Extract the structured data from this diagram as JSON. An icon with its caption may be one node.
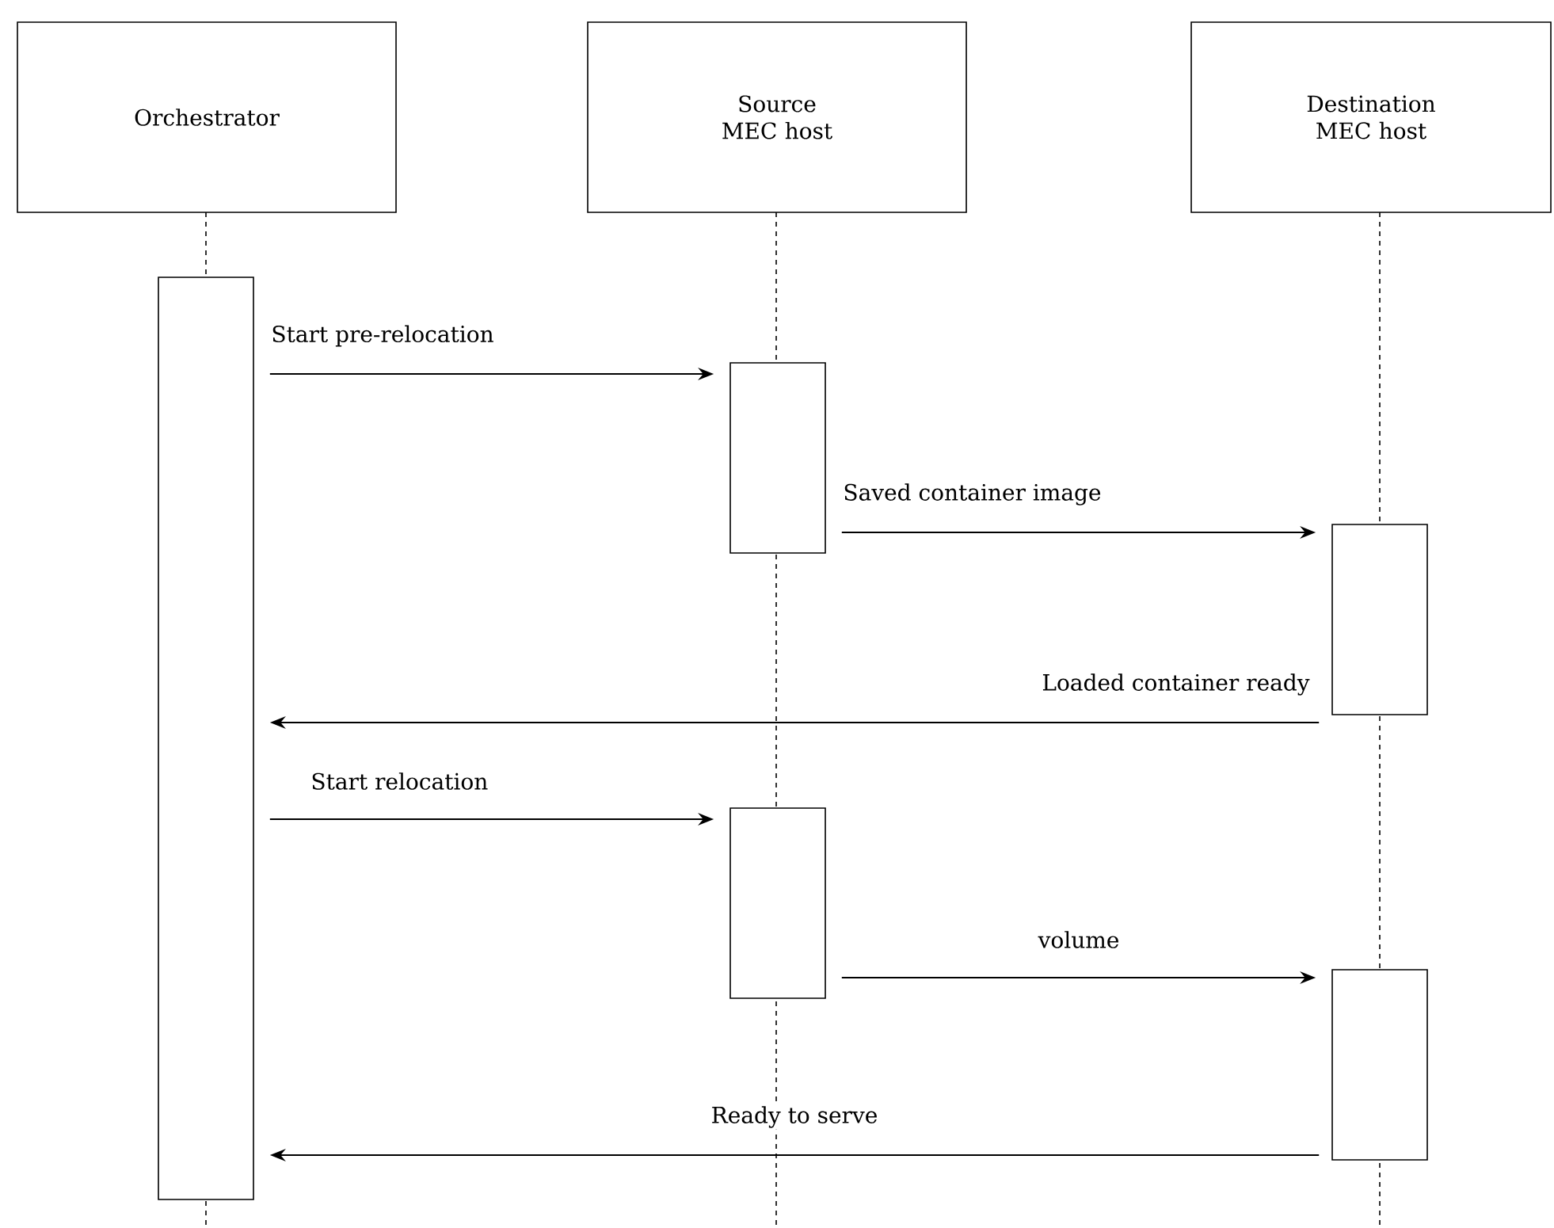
{
  "diagram": {
    "nodes": [
      {
        "text": [
          "Orchestrator"
        ]
      },
      {
        "text": [
          "Source MEC host"
        ]
      },
      {
        "text": [
          "Destination MEC host"
        ]
      },
      {
        "text": [],
        "shape": "bar"
      },
      {
        "text": [],
        "shape": "bar"
      },
      {
        "text": [],
        "shape": "bar"
      },
      {
        "text": [],
        "shape": "bar"
      },
      {
        "text": [],
        "shape": "bar"
      }
    ],
    "edges": [
      {
        "from": 3,
        "to": 4,
        "arrow": "to",
        "label": "Start pre-relocation"
      },
      {
        "from": 4,
        "to": 5,
        "arrow": "to",
        "label": "Saved container image"
      },
      {
        "from": 5,
        "to": 3,
        "arrow": "to",
        "label": "Loaded container ready"
      },
      {
        "from": 3,
        "to": 6,
        "arrow": "to",
        "label": "Start relocation"
      },
      {
        "from": 6,
        "to": 7,
        "arrow": "to",
        "label": "volume"
      },
      {
        "from": 7,
        "to": 3,
        "arrow": "to",
        "label": "Ready to serve"
      }
    ]
  }
}
